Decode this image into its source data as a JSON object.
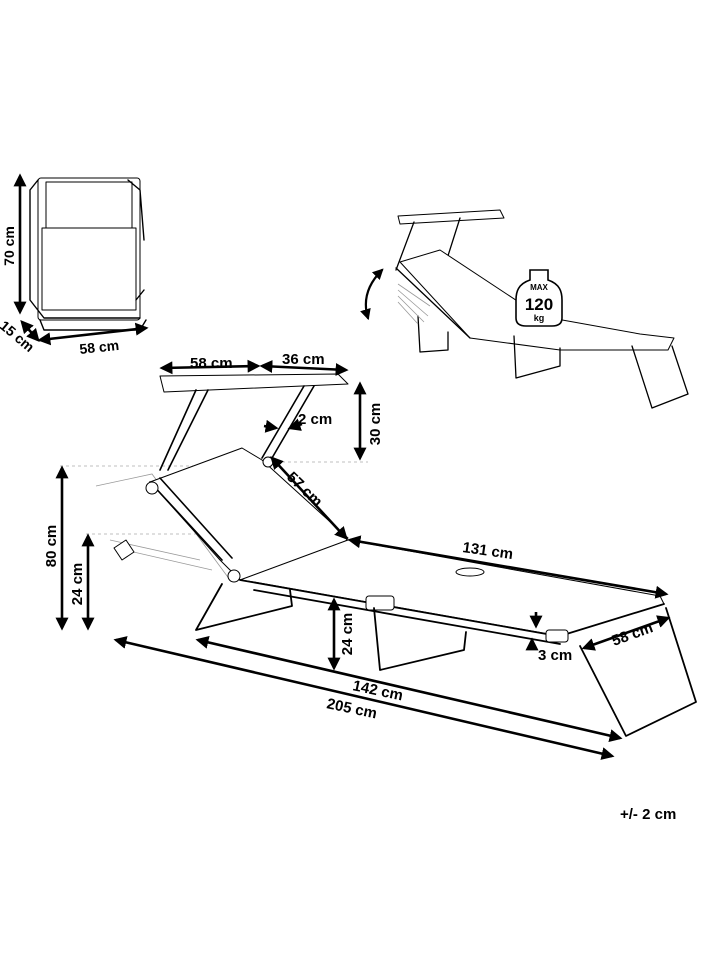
{
  "figure": {
    "folded_view": {
      "height_label": "70 cm",
      "depth_label": "15 cm",
      "width_label": "58 cm"
    },
    "small_view": {
      "max_load_badge": {
        "line1": "MAX",
        "line2": "120",
        "line3": "kg"
      }
    },
    "main_view": {
      "canopy_length_label": "58 cm",
      "canopy_width_label": "36 cm",
      "canopy_height_label": "30 cm",
      "canopy_gap_label": "2 cm",
      "backrest_label": "57 cm",
      "seat_length_label": "131 cm",
      "leg_width_label": "58 cm",
      "frame_offset_label": "3 cm",
      "overall_height_label": "80 cm",
      "back_height_label": "24 cm",
      "seat_height_label": "24 cm",
      "length_142_label": "142 cm",
      "length_205_label": "205 cm"
    },
    "tolerance": "+/- 2 cm"
  }
}
